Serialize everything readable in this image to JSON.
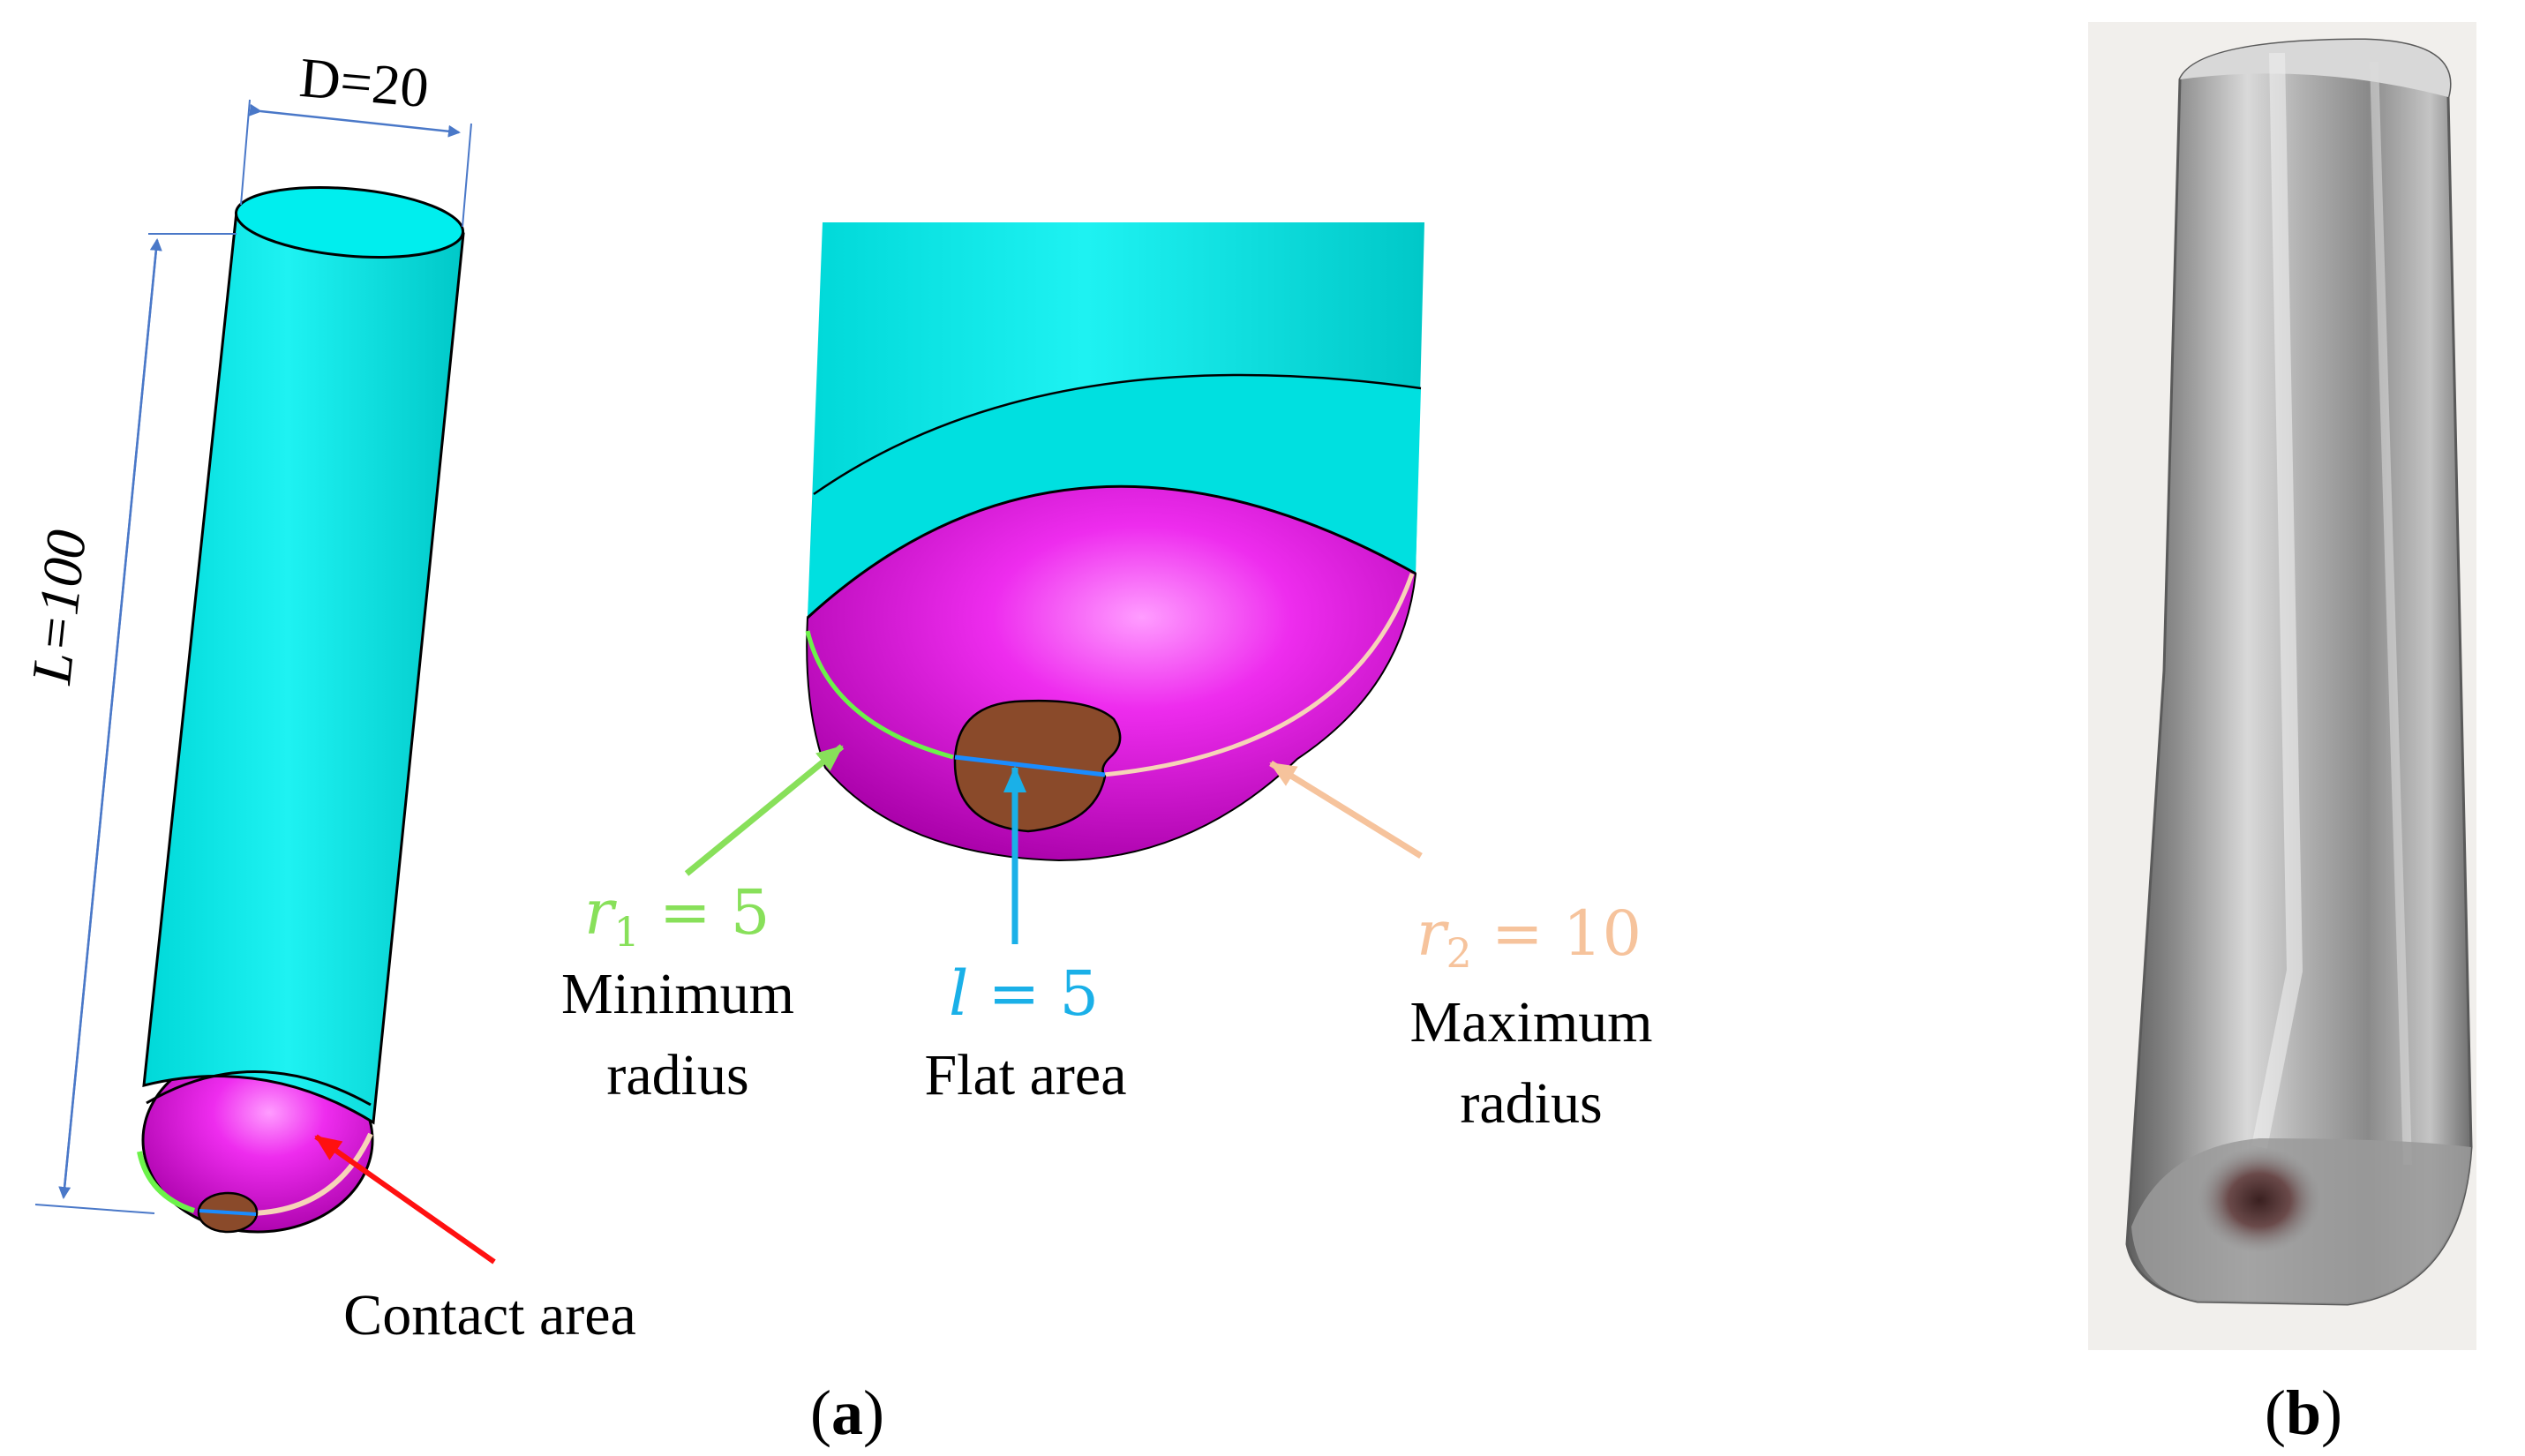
{
  "panel_a": {
    "caption_open": "(",
    "caption_letter": "a",
    "caption_close": ")",
    "dim_diameter": "D=20",
    "dim_length": "L=100",
    "contact_label": "Contact area",
    "r1": {
      "symbol": "r",
      "sub": "1",
      "value": " = 5",
      "line1": "Minimum",
      "line2": "radius",
      "color": "#88e05a"
    },
    "l": {
      "symbol": "l",
      "value": " = 5",
      "line1": "Flat area",
      "color": "#1ab0e8"
    },
    "r2": {
      "symbol": "r",
      "sub": "2",
      "value": " = 10",
      "line1": "Maximum",
      "line2": "radius",
      "color": "#f6c39c"
    }
  },
  "panel_b": {
    "caption_open": "(",
    "caption_letter": "b",
    "caption_close": ")"
  },
  "colors": {
    "cylinder": "#00e8e8",
    "cap": "#e020e0",
    "flat": "#8a4a2a",
    "dimension": "#4a78c8",
    "contact_arrow": "#ff1010",
    "metal": "#9a9a9a"
  }
}
